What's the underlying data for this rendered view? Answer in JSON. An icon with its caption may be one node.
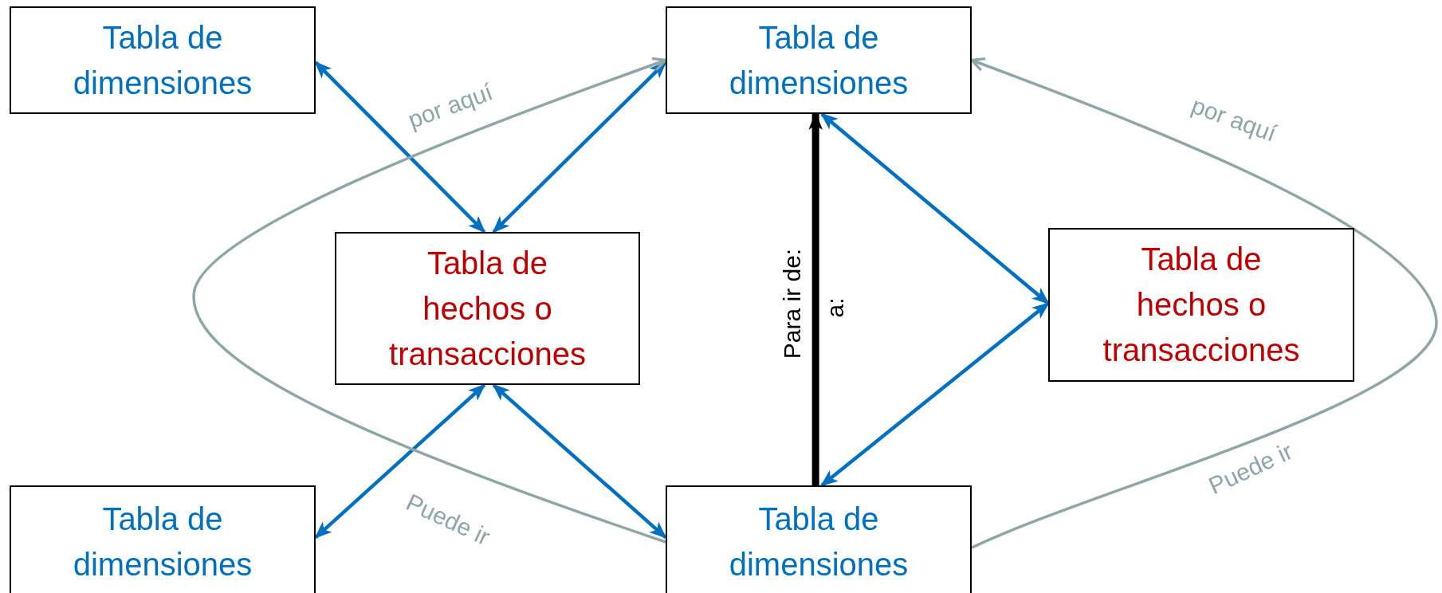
{
  "diagram": {
    "nodes": [
      {
        "text": [
          "Tabla de dimensiones"
        ]
      },
      {
        "text": [
          "Tabla de dimensiones"
        ]
      },
      {
        "text": [
          "Tabla de hechos o transacciones"
        ]
      },
      {
        "text": [
          "Tabla de hechos o transacciones"
        ]
      },
      {
        "text": [
          "Tabla de dimensiones"
        ]
      },
      {
        "text": [
          "Tabla de dimensiones"
        ]
      }
    ],
    "edges": [
      {
        "from": 0,
        "to": 2,
        "arrow": "both"
      },
      {
        "from": 1,
        "to": 2,
        "arrow": "both"
      },
      {
        "from": 2,
        "to": 4,
        "arrow": "both"
      },
      {
        "from": 2,
        "to": 5,
        "arrow": "both"
      },
      {
        "from": 1,
        "to": 3,
        "arrow": "both"
      },
      {
        "from": 5,
        "to": 3,
        "arrow": "both"
      },
      {
        "from": 5,
        "to": 1,
        "arrow": "to",
        "label": "Para ir de:",
        "style": "thick",
        "color": "#000000"
      },
      {
        "from": 5,
        "to": 1,
        "arrow": "to",
        "color": "#8fa6a6"
      },
      {
        "from": 5,
        "to": 1,
        "arrow": "to",
        "color": "#8fa6a6"
      }
    ],
    "labels": [
      "por aquí",
      "por aquí",
      "a:",
      "Puede ir",
      "Puede ir"
    ]
  }
}
